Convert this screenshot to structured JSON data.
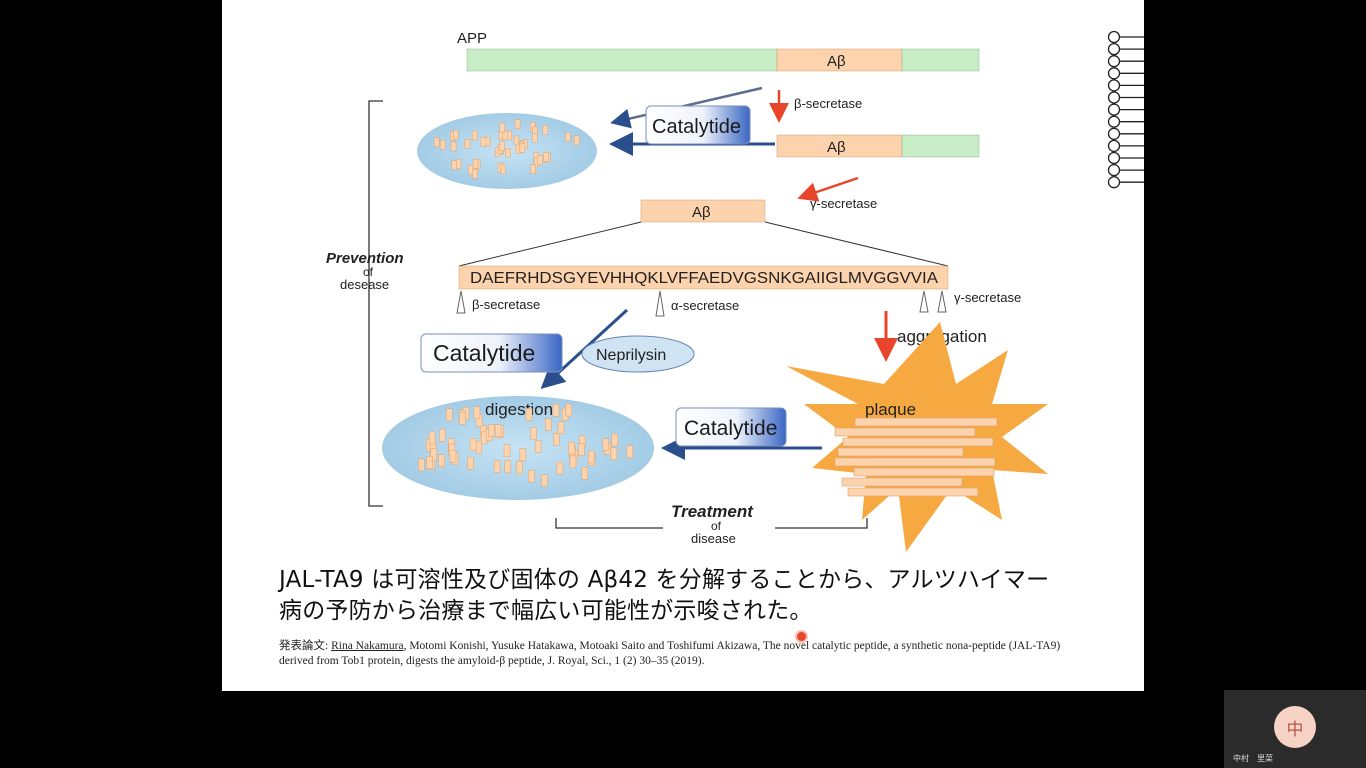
{
  "diagram": {
    "app_label": "APP",
    "abeta": "Aβ",
    "beta_secretase": "β-secretase",
    "gamma_secretase": "γ-secretase",
    "alpha_secretase": "α-secretase",
    "catalytide": "Catalytide",
    "neprilysin": "Neprilysin",
    "digestion": "digestion",
    "aggregation": "aggregation",
    "plaque": "plaque",
    "sequence": "DAEFRHDSGYEVHHQKLVFFAEDVGSNKGAIIGLMVGGVVIA",
    "prevention_title": "Prevention",
    "prevention_of": "of",
    "prevention_word": "desease",
    "treatment_title": "Treatment",
    "treatment_of": "of",
    "treatment_word": "disease",
    "colors": {
      "peptide_fill": "#fdd3ad",
      "membrane_green": "#c8ecc6",
      "ellipse_fill": "#b7d8ec",
      "arrow_red": "#e8452c",
      "arrow_blue": "#2b4f8c",
      "star_fill": "#f7a941"
    }
  },
  "caption": {
    "line1": "JAL-TA9 は可溶性及び固体の Aβ42 を分解することから、アルツハイマー",
    "line2": "病の予防から治療まで幅広い可能性が示唆された。"
  },
  "citation": {
    "prefix": "発表論文: ",
    "first_author": "Rina Nakamura",
    "rest": ", Motomi Konishi, Yusuke Hatakawa, Motoaki Saito and Toshifumi Akizawa, The novel catalytic peptide, a synthetic nona-peptide (JAL-TA9) derived from Tob1 protein, digests the amyloid-β peptide, J. Royal, Sci., 1 (2) 30–35 (2019)."
  },
  "participant": {
    "avatar_char": "中",
    "name": "中村　里菜"
  }
}
